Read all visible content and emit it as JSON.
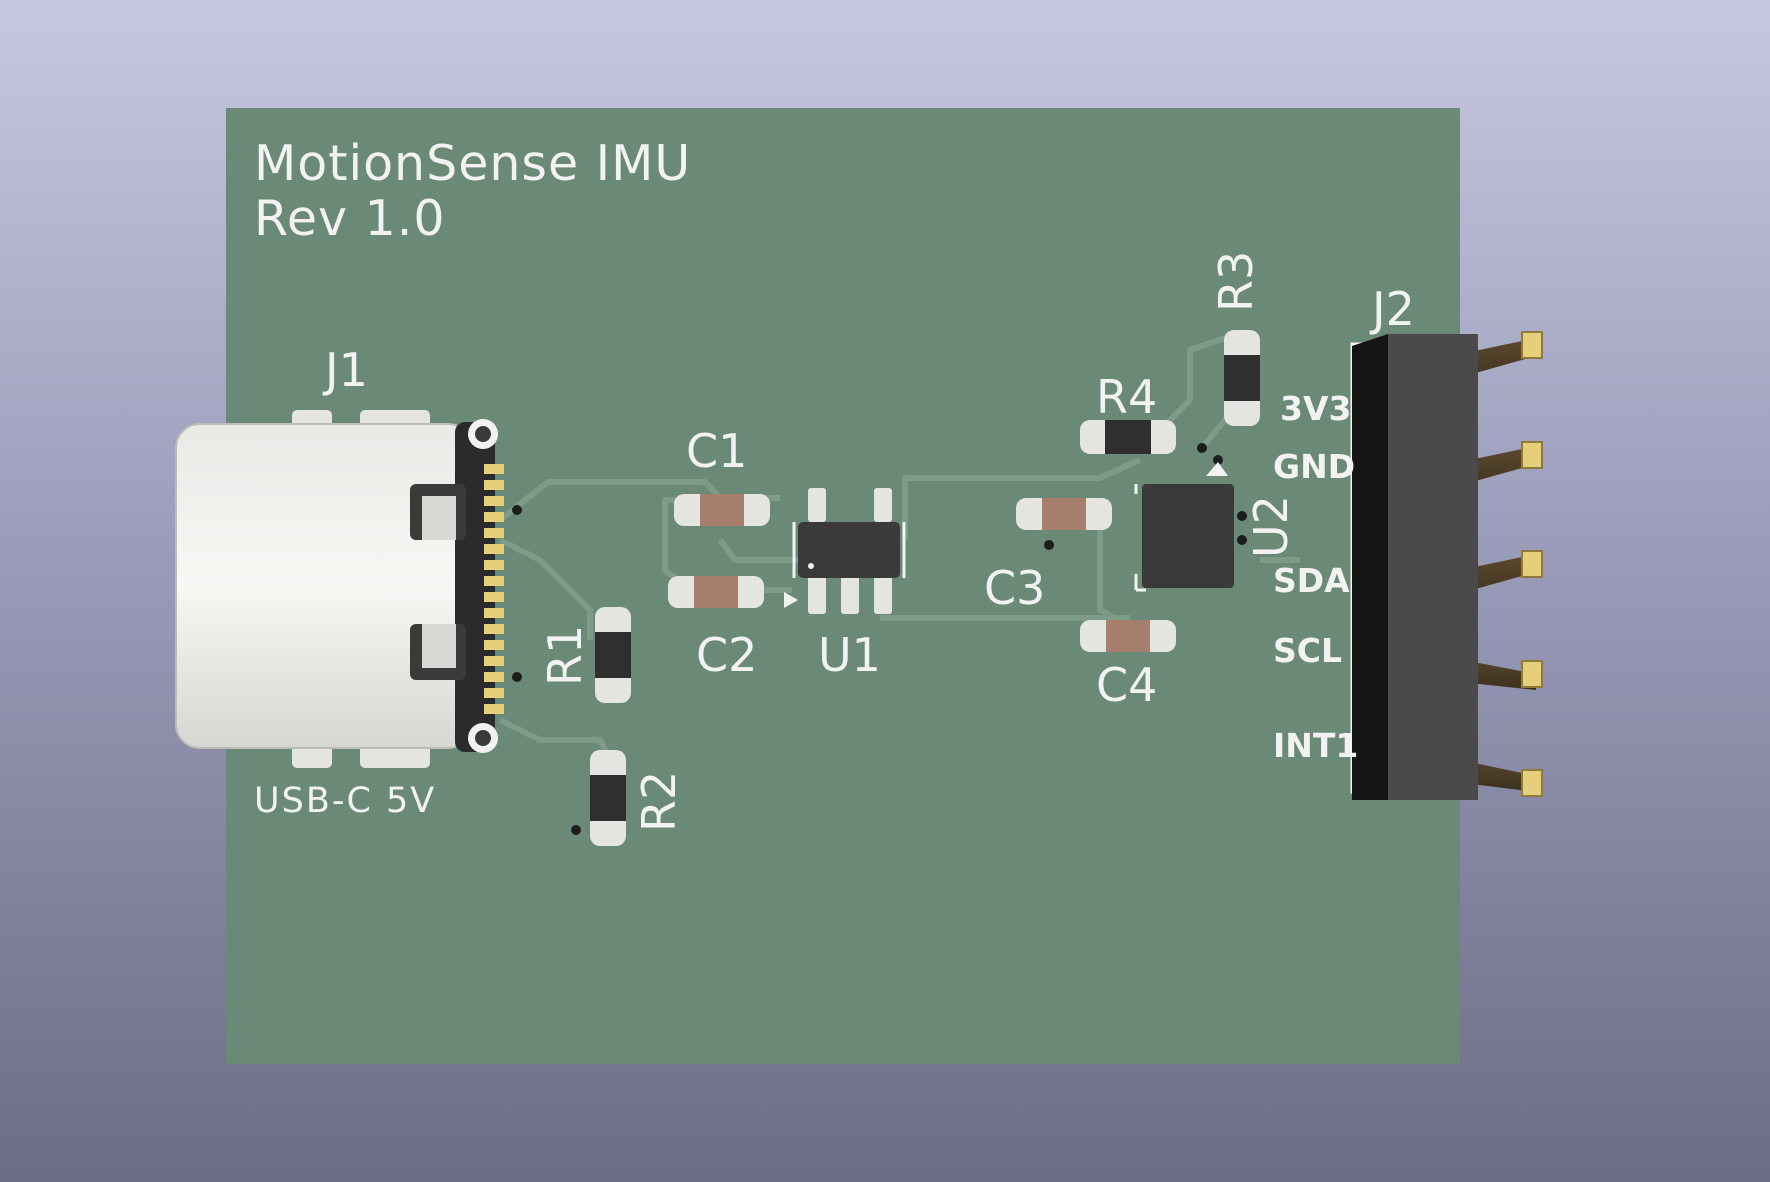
{
  "board": {
    "title": "MotionSense IMU",
    "revision": "Rev 1.0",
    "usb_label": "USB-C 5V"
  },
  "refs": {
    "j1": "J1",
    "j2": "J2",
    "u1": "U1",
    "u2": "U2",
    "c1": "C1",
    "c2": "C2",
    "c3": "C3",
    "c4": "C4",
    "r1": "R1",
    "r2": "R2",
    "r3": "R3",
    "r4": "R4"
  },
  "header_pins": [
    "3V3",
    "GND",
    "SDA",
    "SCL",
    "INT1"
  ],
  "colors": {
    "board": "#6b8977",
    "trace": "#7d9b87",
    "silkscreen": "#f2f2f2",
    "pad_gold": "#e6cf7a",
    "capacitor": "#a67e6c",
    "ic_body": "#3a3a3a"
  }
}
